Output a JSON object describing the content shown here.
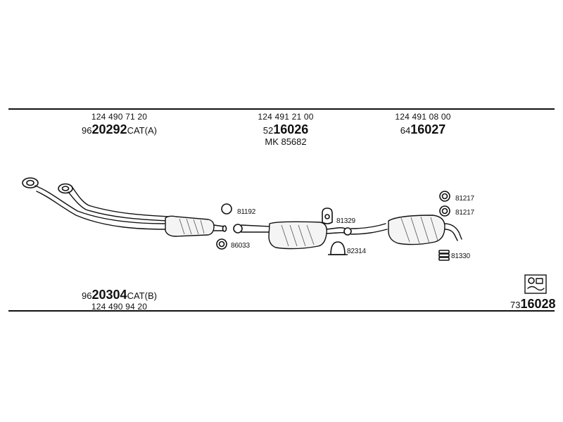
{
  "top_left": {
    "oem": "124 490 71 20",
    "code_prefix": "96",
    "code_main": "20292",
    "code_suffix": "CAT(A)"
  },
  "top_middle": {
    "oem": "124 491 21 00",
    "code_prefix": "52",
    "code_main": "16026",
    "extra": "MK 85682"
  },
  "top_right": {
    "oem": "124 491 08 00",
    "code_prefix": "64",
    "code_main": "16027"
  },
  "bottom_left": {
    "code_prefix": "96",
    "code_main": "20304",
    "code_suffix": "CAT(B)",
    "oem": "124 490 94 20"
  },
  "bottom_right": {
    "code_prefix": "73",
    "code_main": "16028"
  },
  "fittings": {
    "f81192": "81192",
    "f86033": "86033",
    "f81329": "81329",
    "f82314": "82314",
    "f81217a": "81217",
    "f81217b": "81217",
    "f81330": "81330"
  },
  "icons": {
    "mounting_kit": "mounting-kit-icon",
    "ring": "gasket-ring-icon",
    "clamp": "clamp-icon",
    "hanger": "rubber-hanger-icon",
    "buffer": "rubber-buffer-icon"
  }
}
